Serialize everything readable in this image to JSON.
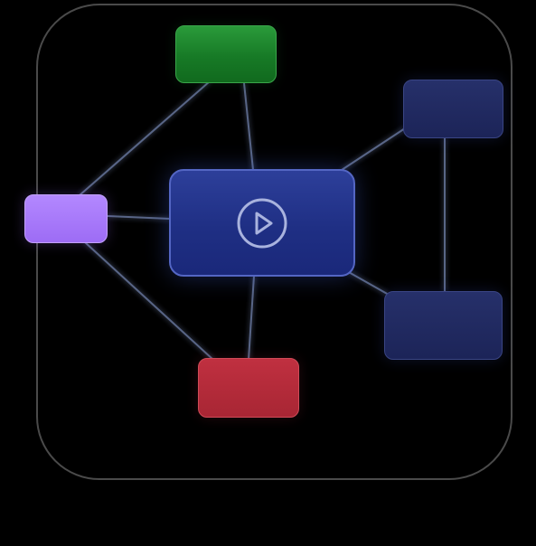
{
  "diagram": {
    "nodes": [
      {
        "id": "green",
        "color": "#1a8a2c"
      },
      {
        "id": "purple",
        "color": "#a57cff"
      },
      {
        "id": "center",
        "color": "#22338a",
        "icon": "play-circle-icon"
      },
      {
        "id": "navy-top",
        "color": "#212a60"
      },
      {
        "id": "navy-bottom",
        "color": "#212a60"
      },
      {
        "id": "red",
        "color": "#b22a3a"
      }
    ],
    "edges": [
      {
        "from": "green",
        "to": "purple"
      },
      {
        "from": "green",
        "to": "center"
      },
      {
        "from": "purple",
        "to": "center"
      },
      {
        "from": "purple",
        "to": "red"
      },
      {
        "from": "center",
        "to": "red"
      },
      {
        "from": "center",
        "to": "navy-top"
      },
      {
        "from": "center",
        "to": "navy-bottom"
      },
      {
        "from": "navy-top",
        "to": "navy-bottom"
      }
    ],
    "edge_color": "#6f7fa8",
    "frame_color": "#4a4a4a",
    "background": "#000000"
  }
}
